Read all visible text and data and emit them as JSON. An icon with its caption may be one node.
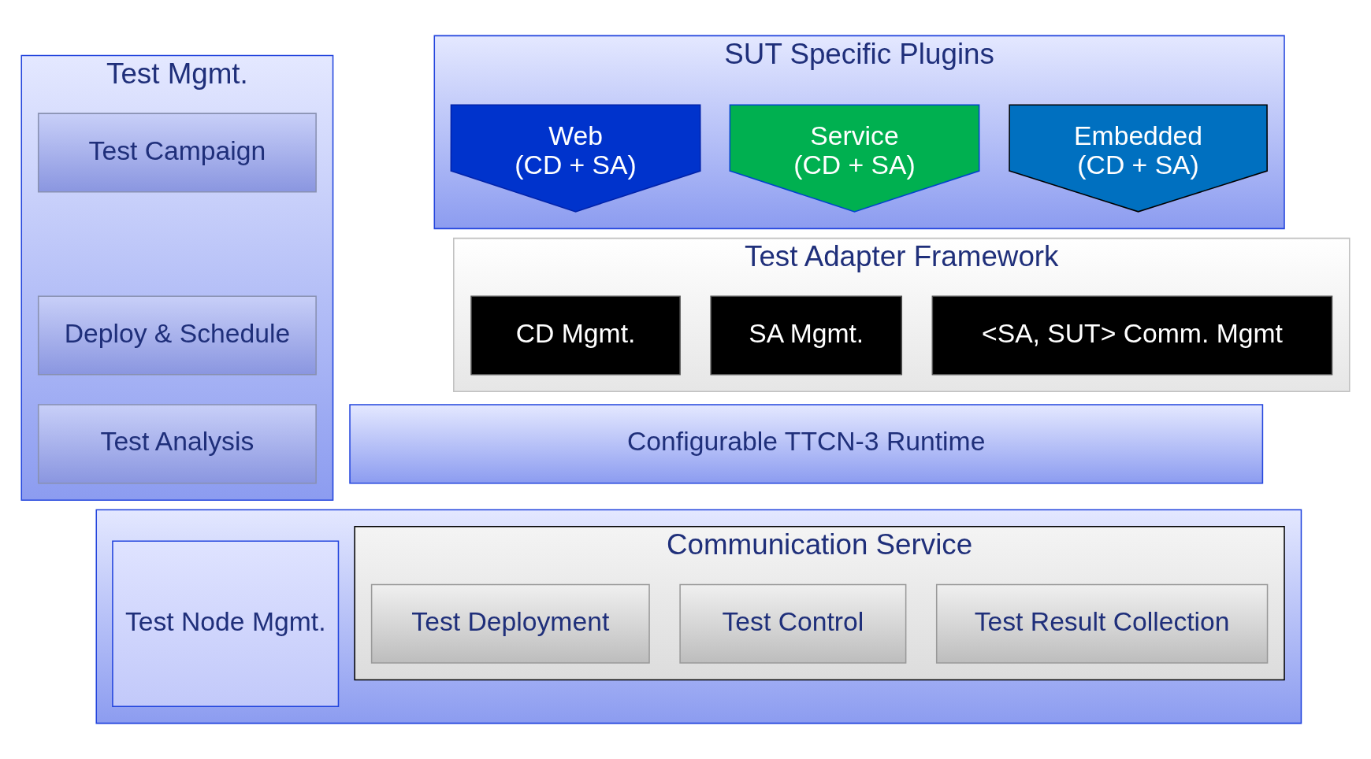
{
  "diagram": {
    "nodes": [
      {
        "text": [
          "Test Mgmt."
        ]
      },
      {
        "text": [
          "Test Campaign"
        ],
        "in": 0
      },
      {
        "text": [
          "Deploy & Schedule"
        ],
        "in": 0
      },
      {
        "text": [
          "Test Analysis"
        ],
        "in": 0
      },
      {
        "text": [
          "SUT Specific Plugins"
        ]
      },
      {
        "text": [
          "Web",
          "(CD + SA)"
        ],
        "in": 4
      },
      {
        "text": [
          "Service",
          "(CD + SA)"
        ],
        "in": 4
      },
      {
        "text": [
          "Embedded",
          "(CD + SA)"
        ],
        "in": 4
      },
      {
        "text": [
          "Test Adapter Framework"
        ]
      },
      {
        "text": [
          "CD Mgmt."
        ],
        "in": 8
      },
      {
        "text": [
          "SA Mgmt."
        ],
        "in": 8
      },
      {
        "text": [
          "<SA, SUT> Comm. Mgmt"
        ],
        "in": 8
      },
      {
        "text": [
          "Configurable TTCN-3 Runtime"
        ]
      },
      {
        "text": [],
        "shape": "box"
      },
      {
        "text": [
          "Test Node Mgmt."
        ],
        "in": 13
      },
      {
        "text": [
          "Communication Service"
        ],
        "in": 13
      },
      {
        "text": [
          "Test Deployment"
        ],
        "in": 15
      },
      {
        "text": [
          "Test Control"
        ],
        "in": 15
      },
      {
        "text": [
          "Test Result Collection"
        ],
        "in": 15
      }
    ]
  }
}
